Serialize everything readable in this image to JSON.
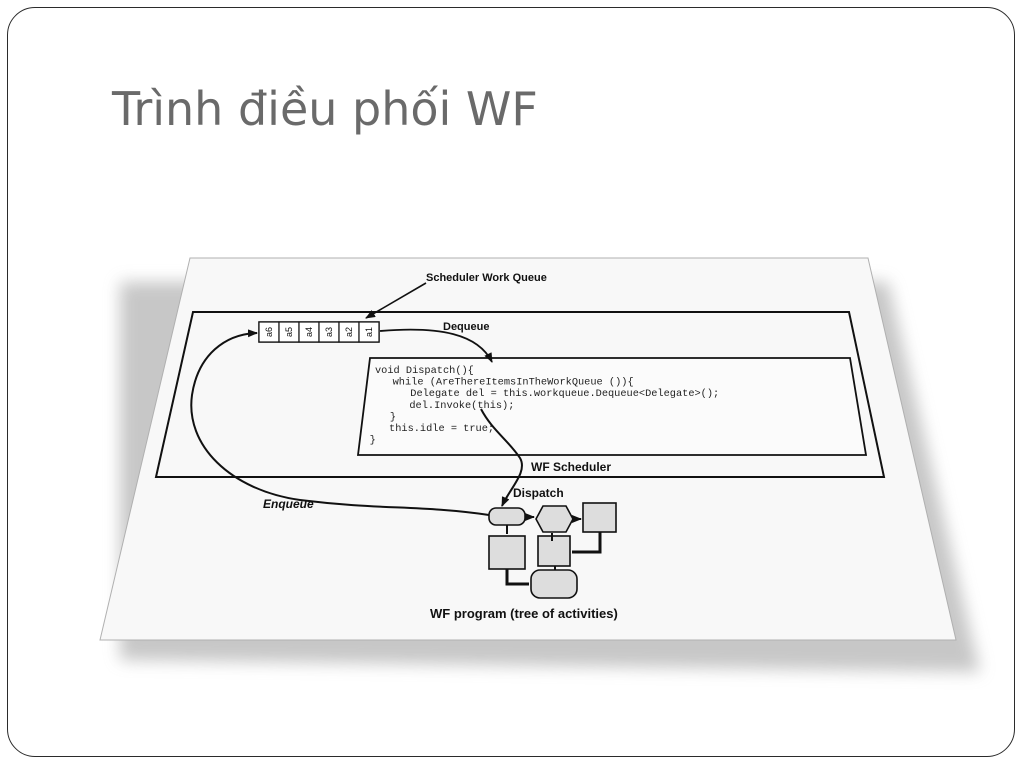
{
  "slide": {
    "title": "Trình điều phối WF"
  },
  "diagram": {
    "queue_label": "Scheduler Work Queue",
    "queue_slots": [
      "a6",
      "a5",
      "a4",
      "a3",
      "a2",
      "a1"
    ],
    "dequeue_label": "Dequeue",
    "code_lines": [
      "void Dispatch(){",
      "   while (AreThereItemsInTheWorkQueue ()){",
      "      Delegate del = this.workqueue.Dequeue<Delegate>();",
      "      del.Invoke(this);",
      "   }",
      "   this.idle = true;",
      "}"
    ],
    "scheduler_label": "WF Scheduler",
    "enqueue_label": "Enqueue",
    "dispatch_label": "Dispatch",
    "program_label": "WF program (tree of activities)"
  }
}
